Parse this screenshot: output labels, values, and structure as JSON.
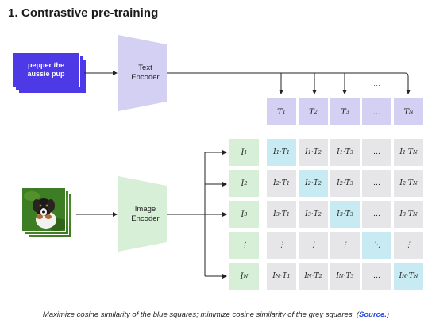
{
  "title": "1. Contrastive pre-training",
  "text_input": "pepper the aussie pup",
  "text_encoder": "Text Encoder",
  "image_encoder": "Image Encoder",
  "text_tokens": [
    "T1",
    "T2",
    "T3",
    "…",
    "TN"
  ],
  "image_tokens": [
    "I1",
    "I2",
    "I3",
    "⋮",
    "IN"
  ],
  "matrix": [
    [
      "I1·T1",
      "I1·T2",
      "I1·T3",
      "…",
      "I1·TN"
    ],
    [
      "I2·T1",
      "I2·T2",
      "I2·T3",
      "…",
      "I2·TN"
    ],
    [
      "I3·T1",
      "I3·T2",
      "I3·T3",
      "…",
      "I3·TN"
    ],
    [
      "⋮",
      "⋮",
      "⋮",
      "⋱",
      "⋮"
    ],
    [
      "IN·T1",
      "IN·T2",
      "IN·T3",
      "…",
      "IN·TN"
    ]
  ],
  "caption": "Maximize cosine similarity of the blue squares; minimize cosine similarity of the grey squares.",
  "caption_source": "Source.",
  "colors": {
    "text_input": "#4d3ae6",
    "text_encoder": "#d4d0f3",
    "image_encoder": "#d6efd6",
    "diagonal": "#c8eaf3",
    "off_diagonal": "#e6e6e8",
    "source_link": "#2a49d6"
  }
}
